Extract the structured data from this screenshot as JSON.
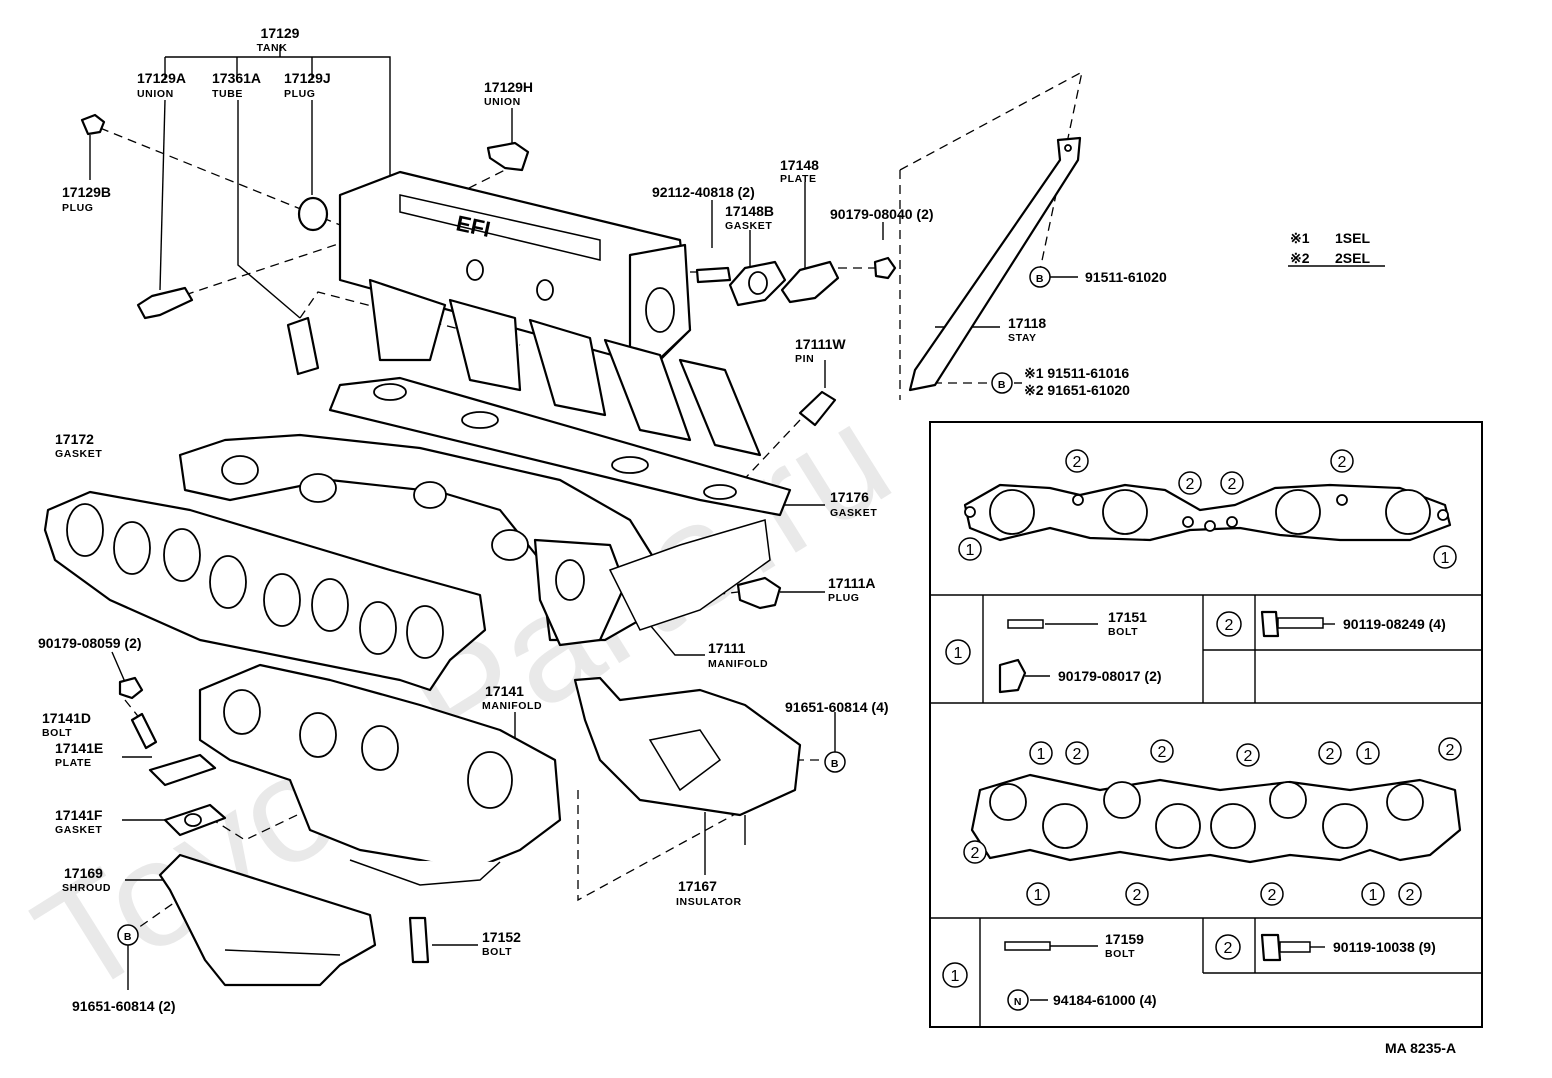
{
  "watermark": "ToyotaParts.ru",
  "drawing_code": "MA 8235-A",
  "legend": [
    {
      "mark": "※1",
      "text": "1SEL"
    },
    {
      "mark": "※2",
      "text": "2SEL"
    }
  ],
  "parts": {
    "p17129": {
      "num": "17129",
      "name": "TANK"
    },
    "p17129a": {
      "num": "17129A",
      "name": "UNION"
    },
    "p17361a": {
      "num": "17361A",
      "name": "TUBE"
    },
    "p17129j": {
      "num": "17129J",
      "name": "PLUG"
    },
    "p17129h": {
      "num": "17129H",
      "name": "UNION"
    },
    "p17129b": {
      "num": "17129B",
      "name": "PLUG"
    },
    "p92112": {
      "num": "92112-40818 (2)"
    },
    "p17148": {
      "num": "17148",
      "name": "PLATE"
    },
    "p17148b": {
      "num": "17148B",
      "name": "GASKET"
    },
    "p90179a": {
      "num": "90179-08040 (2)"
    },
    "p91511a": {
      "num": "91511-61020"
    },
    "p17118": {
      "num": "17118",
      "name": "STAY"
    },
    "p17111w": {
      "num": "17111W",
      "name": "PIN"
    },
    "pstay1": {
      "num": "※1 91511-61016"
    },
    "pstay2": {
      "num": "※2 91651-61020"
    },
    "p17172": {
      "num": "17172",
      "name": "GASKET"
    },
    "p17176": {
      "num": "17176",
      "name": "GASKET"
    },
    "p17111a": {
      "num": "17111A",
      "name": "PLUG"
    },
    "p17111": {
      "num": "17111",
      "name": "MANIFOLD"
    },
    "p90179b": {
      "num": "90179-08059 (2)"
    },
    "p17141": {
      "num": "17141",
      "name": "MANIFOLD"
    },
    "p91651a": {
      "num": "91651-60814 (4)"
    },
    "p17141d": {
      "num": "17141D",
      "name": "BOLT"
    },
    "p17141e": {
      "num": "17141E",
      "name": "PLATE"
    },
    "p17141f": {
      "num": "17141F",
      "name": "GASKET"
    },
    "p17169": {
      "num": "17169",
      "name": "SHROUD"
    },
    "p17167": {
      "num": "17167",
      "name": "INSULATOR"
    },
    "p17152": {
      "num": "17152",
      "name": "BOLT"
    },
    "p91651b": {
      "num": "91651-60814 (2)"
    }
  },
  "table1": {
    "r1_num": "17151",
    "r1_name": "BOLT",
    "r2_num": "90179-08017 (2)",
    "r3_num": "90119-08249 (4)"
  },
  "table2": {
    "r1_num": "17159",
    "r1_name": "BOLT",
    "r2_num": "94184-61000 (4)",
    "r3_num": "90119-10038 (9)"
  },
  "symbols": {
    "b": "B",
    "n": "N",
    "one": "1",
    "two": "2"
  }
}
